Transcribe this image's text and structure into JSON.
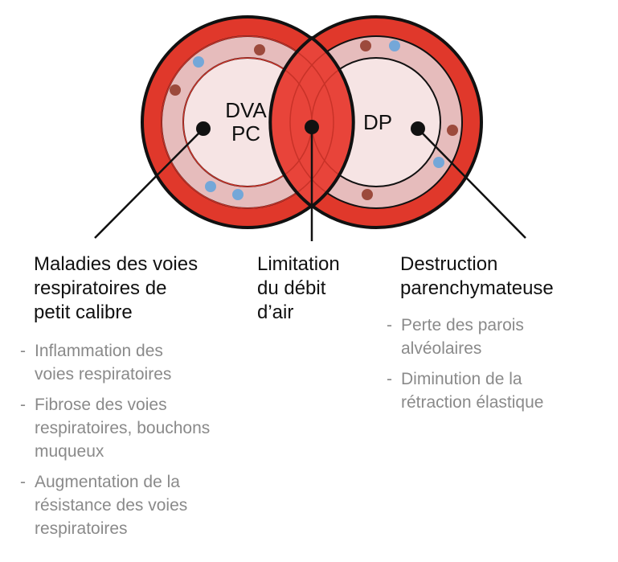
{
  "circles": {
    "left": {
      "label_lines": [
        "DVA",
        "PC"
      ],
      "colors": {
        "outer": "#e0382b",
        "wall": "#e6bcbc",
        "lumen": "#f6e4e4",
        "stroke": "#111111"
      }
    },
    "right": {
      "label": "DP"
    },
    "overlap": {
      "color": "#e8443a"
    },
    "particles": {
      "blue": "#74a7d8",
      "brown": "#9c4a3c"
    }
  },
  "columns": {
    "left": {
      "title_lines": [
        "Maladies des voies",
        "respiratoires de",
        "petit calibre"
      ],
      "bullets": [
        {
          "dash": "-",
          "lines": [
            "Inflammation des",
            "voies respiratoires"
          ]
        },
        {
          "dash": "-",
          "lines": [
            "Fibrose des voies",
            "respiratoires, bouchons",
            "muqueux"
          ]
        },
        {
          "dash": "-",
          "lines": [
            "Augmentation de la",
            "résistance des voies",
            "respiratoires"
          ]
        }
      ]
    },
    "middle": {
      "title_lines": [
        "Limitation",
        "du débit",
        "d’air"
      ]
    },
    "right": {
      "title_lines": [
        "Destruction",
        "parenchymateuse"
      ],
      "bullets": [
        {
          "dash": "-",
          "lines": [
            "Perte des parois",
            "alvéolaires"
          ]
        },
        {
          "dash": "-",
          "lines": [
            "Diminution de la",
            "rétraction élastique"
          ]
        }
      ]
    }
  }
}
